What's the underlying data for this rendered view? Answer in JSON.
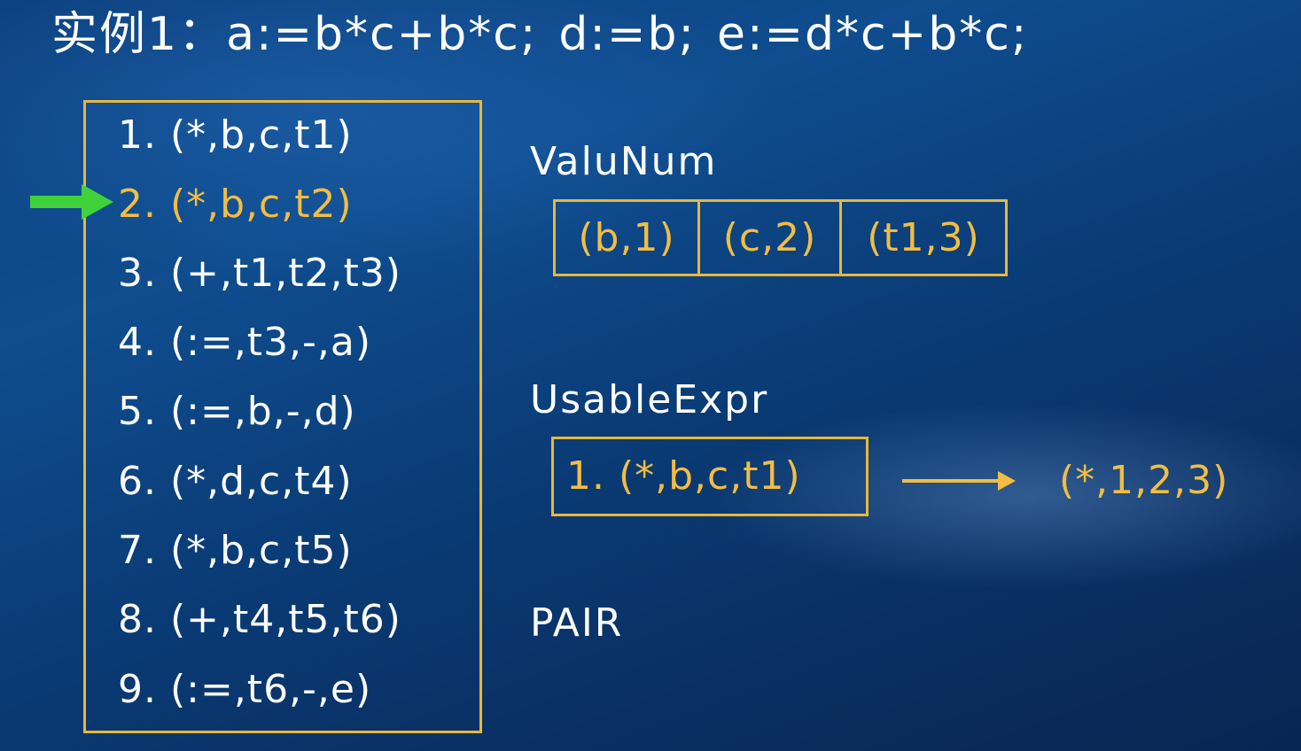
{
  "title": {
    "label": "实例1：",
    "statement1": "a:=b*c+b*c;",
    "statement2": "d:=b;",
    "statement3": "e:=d*c+b*c;"
  },
  "quadruples": [
    {
      "text": "1. (*,b,c,t1)"
    },
    {
      "text": "2. (*,b,c,t2)"
    },
    {
      "text": "3. (+,t1,t2,t3)"
    },
    {
      "text": "4. (:=,t3,-,a)"
    },
    {
      "text": "5. (:=,b,-,d)"
    },
    {
      "text": "6. (*,d,c,t4)"
    },
    {
      "text": "7. (*,b,c,t5)"
    },
    {
      "text": "8. (+,t4,t5,t6)"
    },
    {
      "text": "9. (:=,t6,-,e)"
    }
  ],
  "current_quadruple": 2,
  "valunum": {
    "label": "ValuNum",
    "cells": [
      "(b,1)",
      "(c,2)",
      "(t1,3)"
    ]
  },
  "usable_expr": {
    "label": "UsableExpr",
    "entry": "1. (*,b,c,t1)",
    "mapped": "(*,1,2,3)"
  },
  "pair": {
    "label": "PAIR"
  },
  "colors": {
    "highlight": "#f2bd43",
    "box_border": "#e8b73a",
    "pointer_arrow": "#3fd23a",
    "text": "#ffffff"
  }
}
